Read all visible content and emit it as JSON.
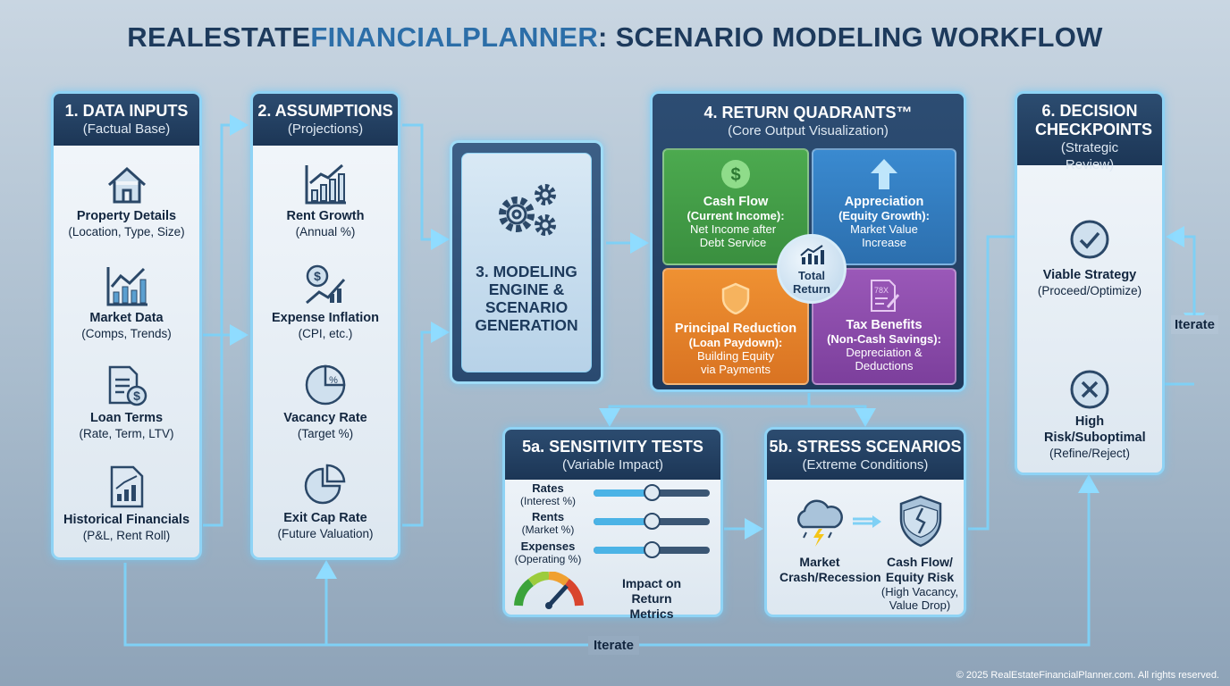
{
  "title": {
    "part1": "REALESTATE",
    "part2": "FINANCIALPLANNER",
    "part3": ": SCENARIO MODELING WORKFLOW"
  },
  "panel1": {
    "title": "1. DATA INPUTS",
    "subtitle": "(Factual Base)",
    "items": [
      {
        "label": "Property Details",
        "desc": "(Location, Type, Size)",
        "icon": "house-icon"
      },
      {
        "label": "Market Data",
        "desc": "(Comps, Trends)",
        "icon": "bar-chart-icon"
      },
      {
        "label": "Loan Terms",
        "desc": "(Rate, Term, LTV)",
        "icon": "document-dollar-icon"
      },
      {
        "label": "Historical Financials",
        "desc": "(P&L, Rent Roll)",
        "icon": "report-chart-icon"
      }
    ]
  },
  "panel2": {
    "title": "2. ASSUMPTIONS",
    "subtitle": "(Projections)",
    "items": [
      {
        "label": "Rent Growth",
        "desc": "(Annual %)",
        "icon": "growth-chart-icon"
      },
      {
        "label": "Expense Inflation",
        "desc": "(CPI, etc.)",
        "icon": "dollar-trend-icon"
      },
      {
        "label": "Vacancy Rate",
        "desc": "(Target %)",
        "icon": "percent-pie-icon"
      },
      {
        "label": "Exit Cap Rate",
        "desc": "(Future Valuation)",
        "icon": "pie-icon"
      }
    ]
  },
  "panel3": {
    "title": "3. MODELING ENGINE & SCENARIO GENERATION",
    "icon": "gears-icon"
  },
  "panel4": {
    "title": "4. RETURN QUADRANTS™",
    "subtitle": "(Core Output Visualization)",
    "quadrants": [
      {
        "label": "Cash Flow",
        "sub": "(Current Income):",
        "desc": "Net Income after Debt Service",
        "color": "#3f9a45"
      },
      {
        "label": "Appreciation",
        "sub": "(Equity Growth):",
        "desc": "Market Value Increase",
        "color": "#2f78b8"
      },
      {
        "label": "Principal Reduction",
        "sub": "(Loan Paydown):",
        "desc": "Building Equity via Payments",
        "color": "#e0822a"
      },
      {
        "label": "Tax Benefits",
        "sub": "(Non-Cash Savings):",
        "desc": "Depreciation & Deductions",
        "color": "#8a4aa6"
      }
    ],
    "center": "Total Return",
    "tax_icon_text": "78X"
  },
  "panel5a": {
    "title": "5a. SENSITIVITY TESTS",
    "subtitle": "(Variable Impact)",
    "sliders": [
      {
        "label": "Rates",
        "desc": "(Interest %)",
        "value": 0.5
      },
      {
        "label": "Rents",
        "desc": "(Market %)",
        "value": 0.5
      },
      {
        "label": "Expenses",
        "desc": "(Operating %)",
        "value": 0.5
      }
    ],
    "impact": "Impact on Return Metrics"
  },
  "panel5b": {
    "title": "5b. STRESS SCENARIOS",
    "subtitle": "(Extreme Conditions)",
    "left": {
      "label": "Market Crash/Recession"
    },
    "right": {
      "label": "Cash Flow/ Equity Risk",
      "desc": "(High Vacancy, Value Drop)"
    }
  },
  "panel6": {
    "title": "6. DECISION CHECKPOINTS",
    "subtitle": "(Strategic Review)",
    "viable": {
      "label": "Viable Strategy",
      "desc": "(Proceed/Optimize)"
    },
    "risk": {
      "label": "High Risk/Suboptimal",
      "desc": "(Refine/Reject)"
    }
  },
  "iterate_right": "Iterate",
  "iterate_bottom": "Iterate",
  "copyright": "© 2025 RealEstateFinancialPlanner.com. All rights reserved."
}
